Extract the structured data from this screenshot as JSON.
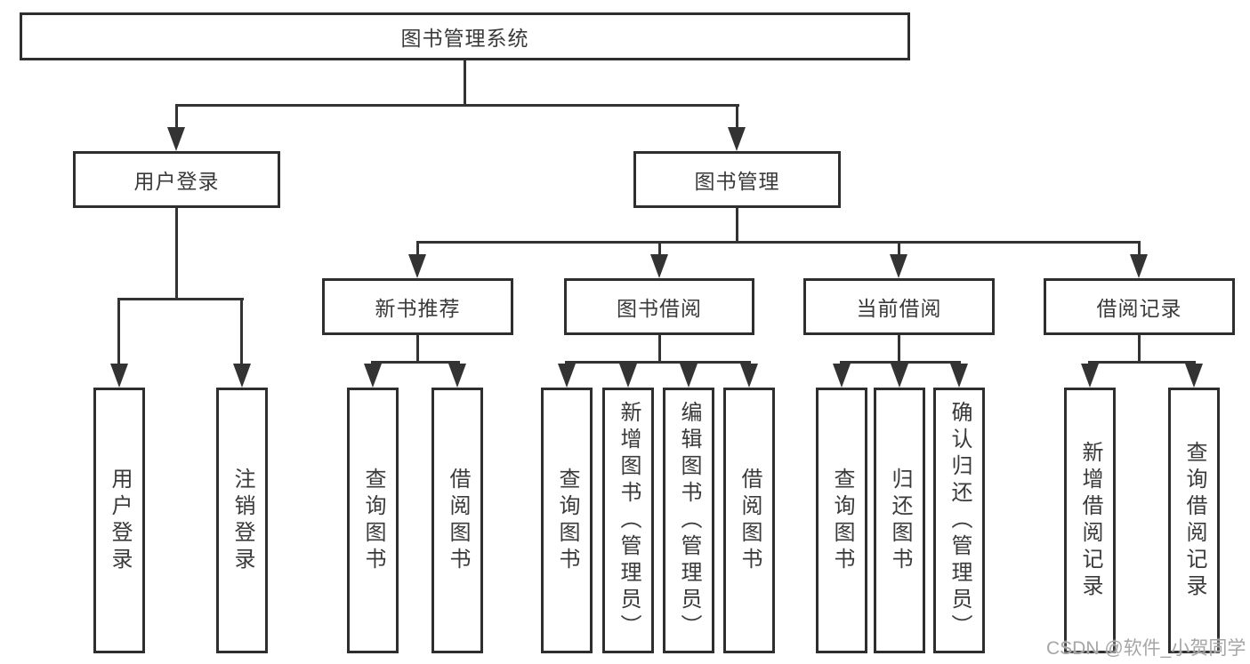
{
  "colors": {
    "background": "#ffffff",
    "box_border": "#2e2e2e",
    "connector_line": "#333333",
    "text": "#3a3a3a",
    "watermark": "#a6a6a6"
  },
  "diagram": {
    "type": "hierarchy-tree",
    "root": {
      "label": "图书管理系统"
    },
    "level2": [
      {
        "label": "用户登录"
      },
      {
        "label": "图书管理"
      }
    ],
    "level3": [
      {
        "label": "新书推荐",
        "parent": "图书管理"
      },
      {
        "label": "图书借阅",
        "parent": "图书管理"
      },
      {
        "label": "当前借阅",
        "parent": "图书管理"
      },
      {
        "label": "借阅记录",
        "parent": "图书管理"
      }
    ],
    "leaves": [
      {
        "label": "用户登录",
        "parent": "用户登录"
      },
      {
        "label": "注销登录",
        "parent": "用户登录"
      },
      {
        "label": "查询图书",
        "parent": "新书推荐"
      },
      {
        "label": "借阅图书",
        "parent": "新书推荐"
      },
      {
        "label": "查询图书",
        "parent": "图书借阅"
      },
      {
        "label": "新增图书（管理员）",
        "parent": "图书借阅"
      },
      {
        "label": "编辑图书（管理员）",
        "parent": "图书借阅"
      },
      {
        "label": "借阅图书",
        "parent": "图书借阅"
      },
      {
        "label": "查询图书",
        "parent": "当前借阅"
      },
      {
        "label": "归还图书",
        "parent": "当前借阅"
      },
      {
        "label": "确认归还（管理员）",
        "parent": "当前借阅"
      },
      {
        "label": "新增借阅记录",
        "parent": "借阅记录"
      },
      {
        "label": "查询借阅记录",
        "parent": "借阅记录"
      }
    ]
  },
  "watermark": {
    "text": "CSDN @软件_小贺同学"
  }
}
